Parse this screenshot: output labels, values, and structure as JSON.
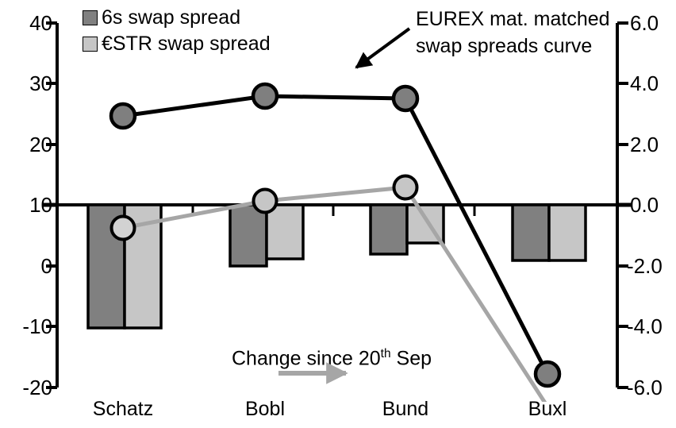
{
  "chart_data": {
    "type": "bar",
    "title": "",
    "categories": [
      "Schatz",
      "Bobl",
      "Bund",
      "Buxl"
    ],
    "series": [
      {
        "name": "6s swap spread",
        "type": "bar",
        "axis": "right",
        "color": "#808080",
        "values": [
          -4.05,
          -1.97,
          -1.55,
          -1.87
        ]
      },
      {
        "name": "€STR swap spread",
        "type": "bar",
        "axis": "right",
        "color": "#c6c6c6",
        "values": [
          -4.05,
          -1.82,
          -1.24,
          -1.87
        ]
      },
      {
        "name": "EUREX mat. matched swap spreads curve",
        "type": "line",
        "axis": "left",
        "color": "#000000",
        "values": [
          24.7,
          27.9,
          27.3,
          -18.0
        ]
      },
      {
        "name": "Change since 20th Sep",
        "type": "line",
        "axis": "left",
        "color": "#a6a6a6",
        "values": [
          6.2,
          10.6,
          12.9,
          -22.5
        ]
      }
    ],
    "left_axis": {
      "label": "",
      "ticks": [
        "40",
        "30",
        "20",
        "10",
        "0",
        "-10",
        "-20"
      ],
      "ylim": [
        -20,
        40
      ]
    },
    "right_axis": {
      "label": "",
      "ticks": [
        "6.0",
        "4.0",
        "2.0",
        "0.0",
        "-2.0",
        "-4.0",
        "-6.0"
      ],
      "ylim": [
        -6.0,
        6.0
      ]
    },
    "zero_line_left_value": 10,
    "grid": false,
    "legend_position": "top-left"
  },
  "legend": {
    "items": [
      {
        "label": "6s swap spread",
        "color": "#808080"
      },
      {
        "label": "€STR swap spread",
        "color": "#c6c6c6"
      }
    ]
  },
  "annotation": {
    "line1": "EUREX mat. matched",
    "line2": "swap spreads curve"
  },
  "change_note": {
    "prefix": "Change since 20",
    "superscript": "th",
    "suffix": " Sep"
  },
  "left_axis_ticks": [
    "40",
    "30",
    "20",
    "10",
    "0",
    "-10",
    "-20"
  ],
  "right_axis_ticks": [
    "6.0",
    "4.0",
    "2.0",
    "0.0",
    "-2.0",
    "-4.0",
    "-6.0"
  ],
  "categories": [
    "Schatz",
    "Bobl",
    "Bund",
    "Buxl"
  ]
}
